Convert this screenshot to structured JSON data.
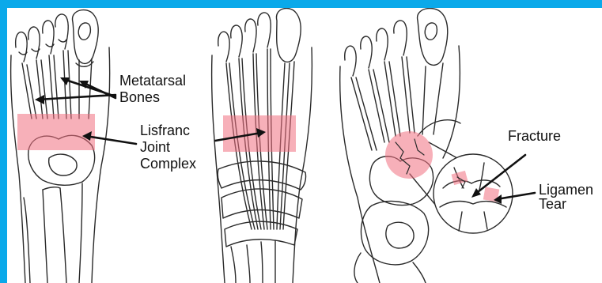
{
  "colors": {
    "frame": "#0aa9ea",
    "highlight": "#f07080",
    "line": "#2a2a2a"
  },
  "labels": {
    "metatarsal": [
      "Metatarsal",
      "Bones"
    ],
    "lisfranc": [
      "Lisfranc",
      "Joint",
      "Complex"
    ],
    "fracture": [
      "Fracture"
    ],
    "ligament": [
      "Ligamen",
      "Tear"
    ]
  }
}
